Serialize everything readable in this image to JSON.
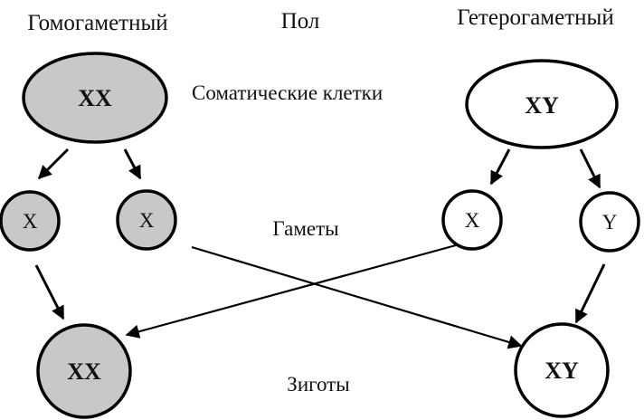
{
  "headers": {
    "left": "Гомогаметный",
    "center": "Пол",
    "right": "Гетерогаметный"
  },
  "row_labels": {
    "somatic": "Соматические клетки",
    "gametes": "Гаметы",
    "zygotes": "Зиготы"
  },
  "nodes": {
    "somatic_left": "XX",
    "somatic_right": "XY",
    "gamete_left_1": "X",
    "gamete_left_2": "X",
    "gamete_right_1": "X",
    "gamete_right_2": "Y",
    "zygote_left": "XX",
    "zygote_right": "XY"
  },
  "colors": {
    "homogametic_fill": "#c8c8c8",
    "heterogametic_fill": "#ffffff",
    "stroke": "#000000"
  }
}
